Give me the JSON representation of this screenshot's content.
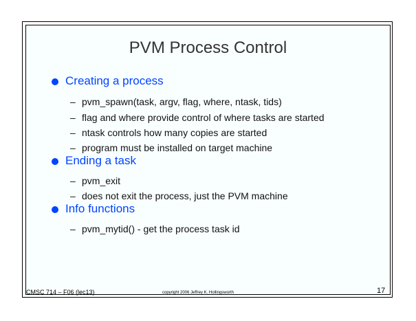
{
  "slide": {
    "title": "PVM Process Control",
    "sections": [
      {
        "heading": "Creating a process",
        "items": [
          "pvm_spawn(task, argv, flag, where, ntask, tids)",
          "flag and where provide control of where tasks are started",
          "ntask controls how many copies are started",
          "program must be installed on target machine"
        ]
      },
      {
        "heading": "Ending a task",
        "items": [
          "pvm_exit",
          "does not exit the process, just the PVM machine"
        ]
      },
      {
        "heading": "Info functions",
        "items": [
          "pvm_mytid() - get the process task id"
        ]
      }
    ],
    "dash": "–"
  },
  "footer": {
    "course": "CMSC 714 – F06 (lec13)",
    "copyright": "copyright 2006 Jeffrey K. Hollingsworth",
    "page_number": "17"
  }
}
